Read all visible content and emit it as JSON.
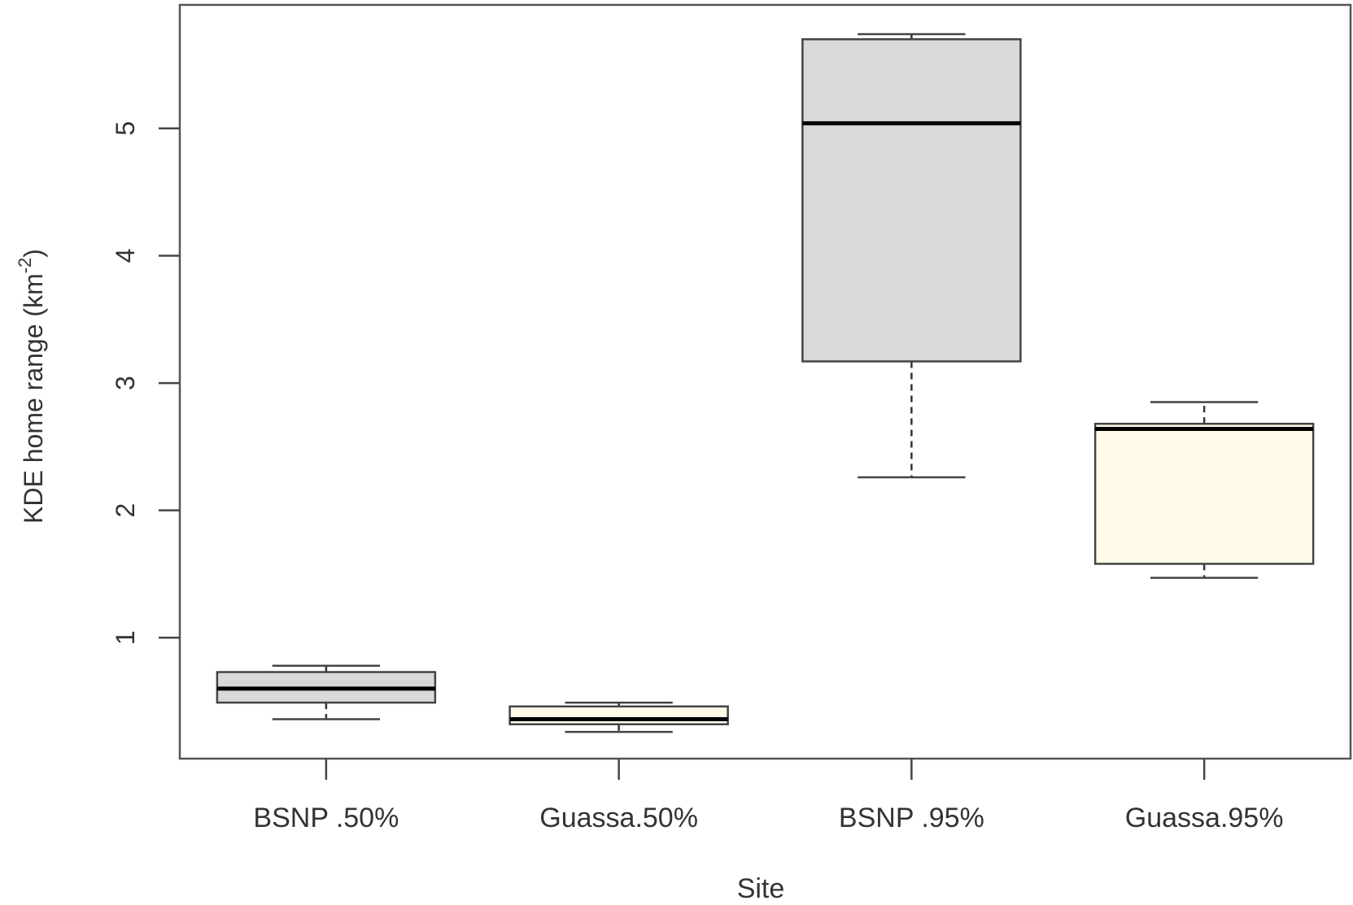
{
  "chart_data": {
    "type": "boxplot",
    "title": "",
    "xlabel": "Site",
    "ylabel": "KDE home range (km",
    "ylabel_superscript": "-2",
    "ylabel_close": ")",
    "ylim": [
      0.05,
      5.97
    ],
    "yticks": [
      1,
      2,
      3,
      4,
      5
    ],
    "categories": [
      "BSNP .50%",
      "Guassa.50%",
      "BSNP .95%",
      "Guassa.95%"
    ],
    "boxes": [
      {
        "name": "BSNP .50%",
        "whisker_low": 0.36,
        "q1": 0.49,
        "median": 0.6,
        "q3": 0.73,
        "whisker_high": 0.78,
        "color": "#d9d9d9"
      },
      {
        "name": "Guassa.50%",
        "whisker_low": 0.26,
        "q1": 0.32,
        "median": 0.36,
        "q3": 0.46,
        "whisker_high": 0.49,
        "color": "#fffbe8"
      },
      {
        "name": "BSNP .95%",
        "whisker_low": 2.26,
        "q1": 3.17,
        "median": 5.04,
        "q3": 5.7,
        "whisker_high": 5.74,
        "color": "#d9d9d9"
      },
      {
        "name": "Guassa.95%",
        "whisker_low": 1.47,
        "q1": 1.58,
        "median": 2.64,
        "q3": 2.68,
        "whisker_high": 2.85,
        "color": "#fffbe8"
      }
    ],
    "grid": false,
    "legend": "none"
  }
}
